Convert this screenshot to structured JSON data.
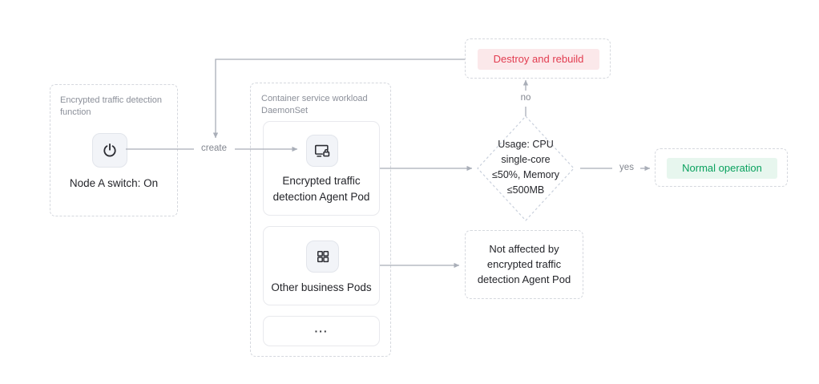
{
  "edges": {
    "create": "create",
    "no": "no",
    "yes": "yes"
  },
  "function_box": {
    "label_lines": [
      "Encrypted traffic detection",
      "function"
    ],
    "switch_text": "Node A switch: On"
  },
  "workload_box": {
    "label_lines": [
      "Container service workload",
      "DaemonSet"
    ],
    "agent_pod_lines": [
      "Encrypted traffic",
      "detection Agent Pod"
    ],
    "business_pods_label": "Other business Pods",
    "more_label": "···"
  },
  "decision": {
    "lines": [
      "Usage: CPU",
      "single-core",
      "≤50%, Memory",
      "≤500MB"
    ]
  },
  "outcomes": {
    "destroy_label": "Destroy and rebuild",
    "normal_label": "Normal operation",
    "not_affected_lines": [
      "Not affected by",
      "encrypted traffic",
      "detection Agent Pod"
    ]
  },
  "colors": {
    "error_text": "#e23c50",
    "error_bg": "#fbe8ea",
    "success_text": "#09a15e",
    "success_bg": "#e7f6ee",
    "line": "#a9aeb8",
    "diamond_border": "#c9d0dc"
  },
  "icons": {
    "power": "power-icon",
    "agent": "monitor-lock-icon",
    "business": "grid-icon"
  }
}
